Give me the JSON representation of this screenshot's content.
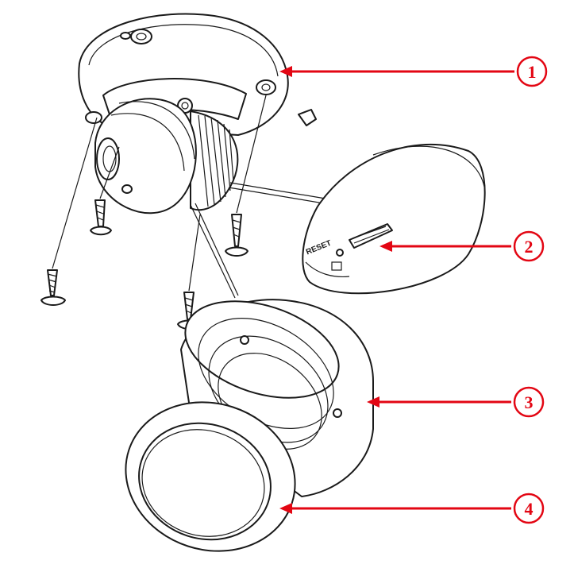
{
  "callouts": [
    {
      "id": 1,
      "label": "1"
    },
    {
      "id": 2,
      "label": "2"
    },
    {
      "id": 3,
      "label": "3"
    },
    {
      "id": 4,
      "label": "4"
    }
  ],
  "panel_text": {
    "reset": "RESET"
  },
  "colors": {
    "callout": "#e30613",
    "ink": "#1a1a1a"
  }
}
